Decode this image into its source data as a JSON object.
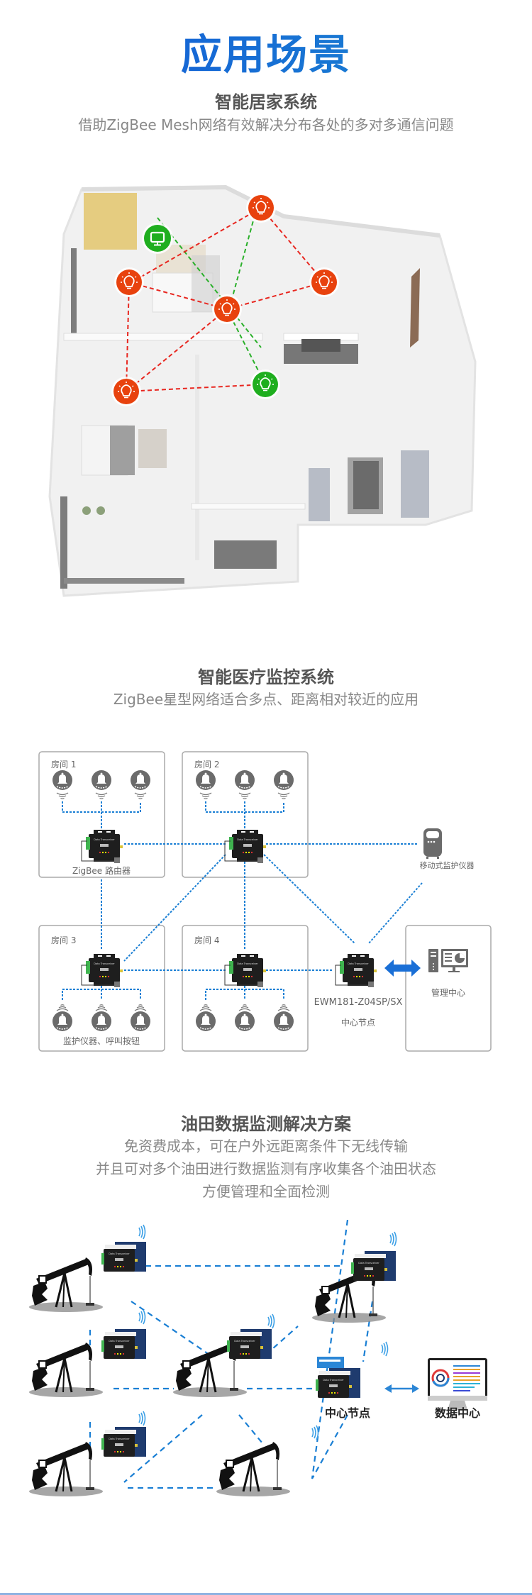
{
  "page_title": "应用场景",
  "sections": [
    {
      "title": "智能居家系统",
      "subtitle_lines": [
        "借助ZigBee Mesh网络有效解决分布各处的多对多通信问题"
      ],
      "diagram": {
        "nodes": [
          {
            "id": "monitor",
            "type": "display",
            "color": "green"
          },
          {
            "id": "light-1",
            "type": "bulb",
            "color": "red"
          },
          {
            "id": "light-2",
            "type": "bulb",
            "color": "red"
          },
          {
            "id": "light-3",
            "type": "bulb",
            "color": "red"
          },
          {
            "id": "light-4",
            "type": "bulb",
            "color": "red"
          },
          {
            "id": "light-5",
            "type": "bulb",
            "color": "red"
          },
          {
            "id": "light-6",
            "type": "bulb",
            "color": "green"
          }
        ],
        "colors": {
          "red_node": "#e8420e",
          "green_node": "#1fae1f",
          "red_link": "#e8261f",
          "green_link": "#2ab02a"
        }
      }
    },
    {
      "title": "智能医疗监控系统",
      "subtitle_lines": [
        "ZigBee星型网络适合多点、距离相对较近的应用"
      ],
      "diagram": {
        "rooms": [
          {
            "label": "房间 1",
            "caption": "ZigBee 路由器"
          },
          {
            "label": "房间 2",
            "caption": ""
          },
          {
            "label": "房间 3",
            "caption": "监护仪器、呼叫按钮"
          },
          {
            "label": "房间 4",
            "caption": ""
          }
        ],
        "mobile_device_label": "移动式监护仪器",
        "center_node_model": "EWM181-Z04SP/SX",
        "center_node_label": "中心节点",
        "management_label": "管理中心",
        "link_color": "#1a7fd4"
      }
    },
    {
      "title": "油田数据监测解决方案",
      "subtitle_lines": [
        "免资费成本，可在户外远距离条件下无线传输",
        "并且可对多个油田进行数据监测有序收集各个油田状态",
        "方便管理和全面检测"
      ],
      "diagram": {
        "center_node_label": "中心节点",
        "data_center_label": "数据中心",
        "link_color": "#1a7fd4"
      }
    }
  ],
  "colors": {
    "title_blue": "#1a6fd6",
    "heading_gray": "#555555",
    "sub_gray": "#888888",
    "bottom_line": "#8fb3e2"
  }
}
